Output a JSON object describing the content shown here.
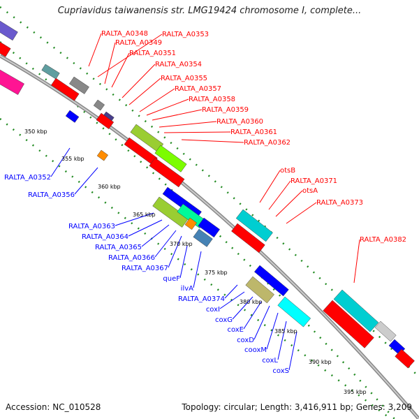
{
  "title": "Cupriavidus taiwanensis str. LMG19424 chromosome I, complete...",
  "footer": {
    "accession": "Accession: NC_010528",
    "summary": "Topology: circular; Length: 3,416,911 bp; Genes: 3,209"
  },
  "colors": {
    "forward_gene": "#ff0000",
    "reverse_gene": "#0000ff",
    "forward_label": "#ff0000",
    "reverse_label": "#0000ff",
    "backbone": "#999999",
    "ruler_dots": "#228b22"
  },
  "ticks": [
    "350 kbp",
    "355 kbp",
    "360 kbp",
    "365 kbp",
    "370 kbp",
    "375 kbp",
    "380 kbp",
    "385 kbp",
    "390 kbp",
    "395 kbp"
  ],
  "forward_labels": [
    "RALTA_A0348",
    "RALTA_A0353",
    "RALTA_A0349",
    "RALTA_A0351",
    "RALTA_A0354",
    "RALTA_A0355",
    "RALTA_A0357",
    "RALTA_A0358",
    "RALTA_A0359",
    "RALTA_A0360",
    "RALTA_A0361",
    "RALTA_A0362",
    "otsB",
    "RALTA_A0371",
    "otsA",
    "RALTA_A0373",
    "RALTA_A0382"
  ],
  "reverse_labels": [
    "RALTA_A0352",
    "RALTA_A0356",
    "RALTA_A0363",
    "RALTA_A0364",
    "RALTA_A0365",
    "RALTA_A0366",
    "RALTA_A0367",
    "queF",
    "ilvA",
    "RALTA_A0374",
    "coxI",
    "coxG",
    "coxE",
    "coxD",
    "cooxM",
    "coxL",
    "coxS"
  ]
}
